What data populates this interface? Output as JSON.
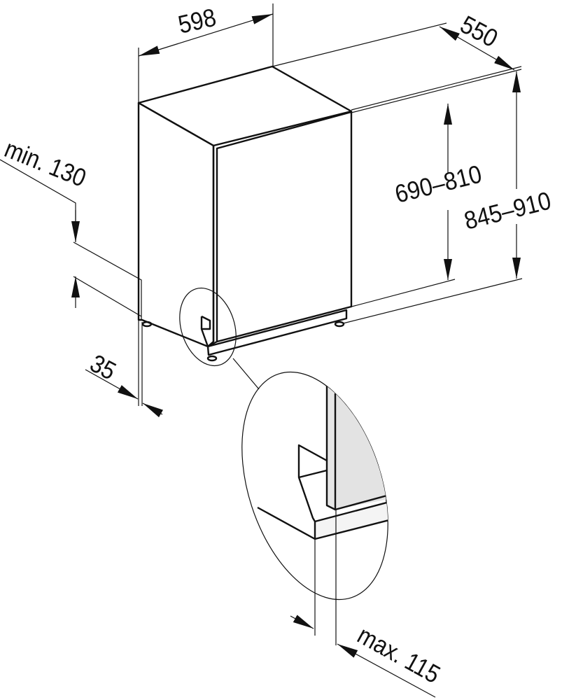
{
  "title": "Built-in dishwasher installation dimensions (mm)",
  "dimensions": {
    "width": "598",
    "depth": "550",
    "door_height": "690–810",
    "niche_height": "845–910",
    "plinth_height": "min. 130",
    "plinth_depth": "35",
    "door_overhang": "max. 115"
  },
  "colors": {
    "line": "#111111",
    "door_fill": "#e3e3e3",
    "body_fill": "#f4f4f4"
  }
}
